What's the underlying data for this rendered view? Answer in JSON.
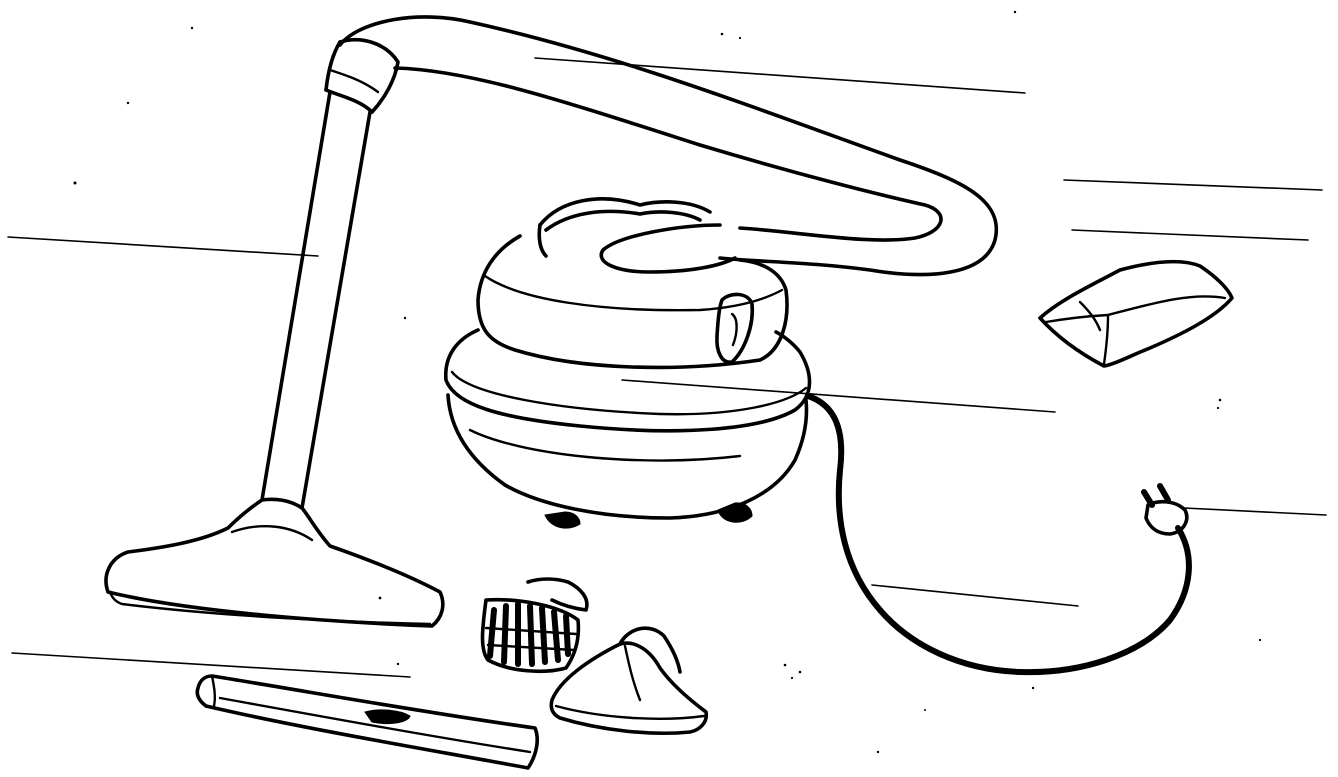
{
  "figure": {
    "subject": "vacuum-cleaner-parts-diagram",
    "ink_color": "#000000",
    "background_color": "#ffffff",
    "parts": [
      {
        "id": "hose",
        "icon": "hose-icon"
      },
      {
        "id": "wand",
        "icon": "wand-tube-icon"
      },
      {
        "id": "floor-nozzle",
        "icon": "floor-nozzle-icon"
      },
      {
        "id": "canister-body",
        "icon": "canister-icon"
      },
      {
        "id": "dust-bag",
        "icon": "dust-bag-icon"
      },
      {
        "id": "power-cord",
        "icon": "cord-icon"
      },
      {
        "id": "plug",
        "icon": "plug-icon"
      },
      {
        "id": "dusting-brush",
        "icon": "brush-icon"
      },
      {
        "id": "upholstery-nozzle",
        "icon": "upholstery-nozzle-icon"
      },
      {
        "id": "crevice-tool",
        "icon": "crevice-tool-icon"
      }
    ],
    "label_slots": [
      {
        "part": "hose",
        "text": ""
      },
      {
        "part": "dust-bag",
        "text": ""
      },
      {
        "part": "dust-bag",
        "text": ""
      },
      {
        "part": "wand",
        "text": ""
      },
      {
        "part": "canister-body",
        "text": ""
      },
      {
        "part": "plug",
        "text": ""
      },
      {
        "part": "power-cord",
        "text": ""
      },
      {
        "part": "crevice-tool",
        "text": ""
      }
    ]
  }
}
